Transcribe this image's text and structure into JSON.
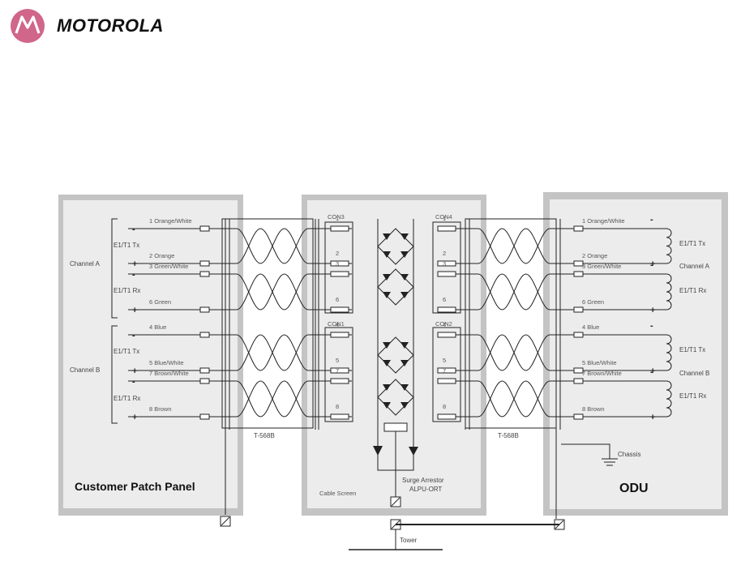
{
  "brand": {
    "name": "MOTOROLA",
    "logo_icon": "motorola-batwing-logo"
  },
  "left_panel": {
    "title": "Customer Patch Panel",
    "channel_a": "Channel A",
    "channel_b": "Channel B",
    "tx_a": "E1/T1 Tx",
    "rx_a": "E1/T1 Rx",
    "tx_b": "E1/T1 Tx",
    "rx_b": "E1/T1 Rx",
    "wires": [
      "1 Orange/White",
      "2 Orange",
      "3 Green/White",
      "6 Green",
      "4 Blue",
      "5 Blue/White",
      "7 Brown/White",
      "8 Brown"
    ],
    "signs": [
      "-",
      "+",
      "-",
      "+",
      "-",
      "+",
      "-",
      "+"
    ]
  },
  "middle_panel": {
    "con3": "CON3",
    "con4": "CON4",
    "con1": "CON1",
    "con2": "CON2",
    "pins": [
      "1",
      "2",
      "3",
      "6",
      "4",
      "5",
      "7",
      "8"
    ],
    "surge_label_1": "Surge Arrestor",
    "surge_label_2": "ALPU-ORT",
    "cable_screen": "Cable Screen"
  },
  "right_panel": {
    "title": "ODU",
    "channel_a": "Channel A",
    "channel_b": "Channel B",
    "tx_a": "E1/T1 Tx",
    "rx_a": "E1/T1 Rx",
    "tx_b": "E1/T1 Tx",
    "rx_b": "E1/T1 Rx",
    "wires": [
      "1 Orange/White",
      "2 Orange",
      "3 Green/White",
      "6 Green",
      "4 Blue",
      "5 Blue/White",
      "7 Brown/White",
      "8 Brown"
    ],
    "signs": [
      "-",
      "+",
      "-",
      "+",
      "-",
      "+",
      "-",
      "+"
    ],
    "chassis": "Chassis"
  },
  "cable_left": "T-568B",
  "cable_right": "T-568B",
  "tower": "Tower"
}
